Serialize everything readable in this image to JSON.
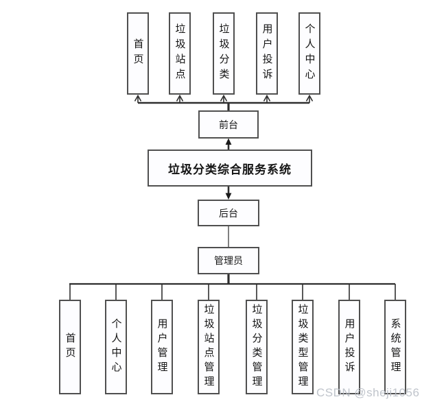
{
  "title": "垃圾分类综合服务系统",
  "front": {
    "label": "前台",
    "modules": [
      "首页",
      "垃圾站点",
      "垃圾分类",
      "用户投诉",
      "个人中心"
    ]
  },
  "back": {
    "label": "后台"
  },
  "admin": {
    "label": "管理员",
    "modules": [
      "首页",
      "个人中心",
      "用户管理",
      "垃圾站点管理",
      "垃圾分类管理",
      "垃圾类型管理",
      "用户投诉",
      "系统管理"
    ]
  },
  "watermark": "CSDN @sheji1056",
  "colors": {
    "box_border": "#4f4f4f",
    "connector_line": "#2e2e2e",
    "watermark_text": "#b9bec6"
  }
}
